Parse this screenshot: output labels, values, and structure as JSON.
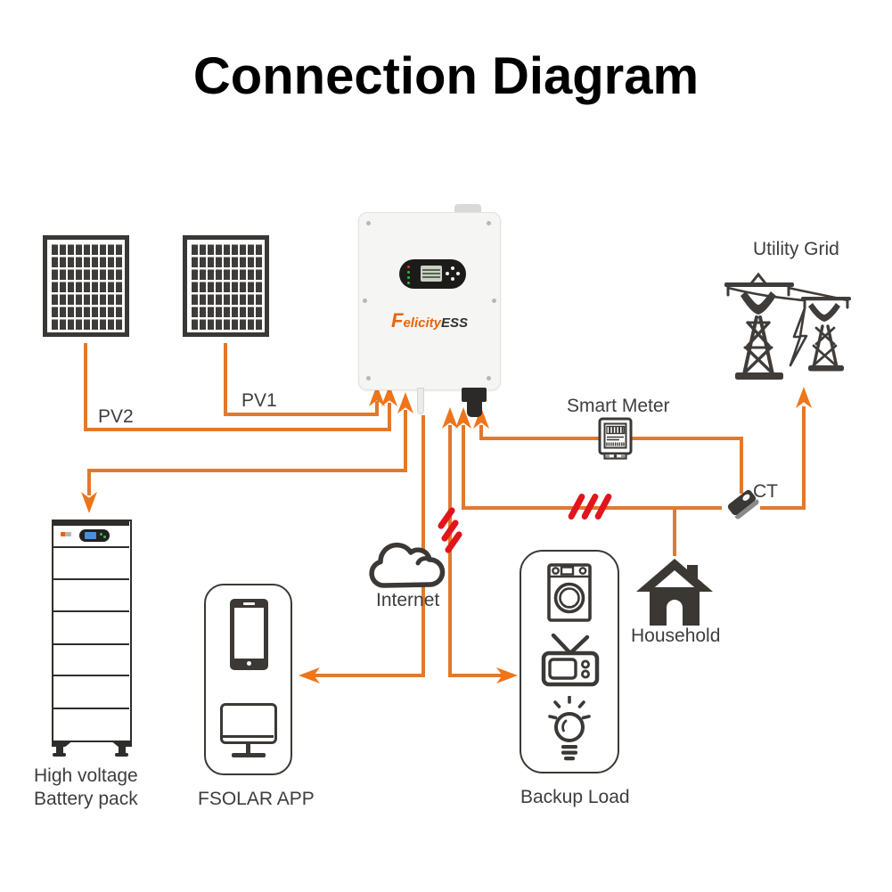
{
  "title": "Connection Diagram",
  "nodes": {
    "pv1": {
      "label": "PV1"
    },
    "pv2": {
      "label": "PV2"
    },
    "utility_grid": {
      "label": "Utility Grid"
    },
    "smart_meter": {
      "label": "Smart Meter"
    },
    "ct": {
      "label": "CT"
    },
    "internet": {
      "label": "Internet"
    },
    "household": {
      "label": "Household"
    },
    "battery": {
      "label_line1": "High voltage",
      "label_line2": "Battery pack"
    },
    "app": {
      "label": "FSOLAR APP"
    },
    "backup_load": {
      "label": "Backup Load"
    },
    "inverter": {
      "brand_initial": "F",
      "brand_body": "elicity",
      "brand_suffix": "ESS"
    }
  },
  "icons": [
    "solar-panel-icon",
    "inverter-icon",
    "utility-grid-towers-icon",
    "smart-meter-icon",
    "ct-clamp-icon",
    "internet-cloud-icon",
    "battery-cabinet-icon",
    "smartphone-icon",
    "monitor-icon",
    "washing-machine-icon",
    "tv-icon",
    "lightbulb-icon",
    "house-icon",
    "wireless-slashes-icon",
    "arrow-icon"
  ],
  "colors": {
    "wire": "#e1792e",
    "arrow": "#ee7519",
    "wireless": "#e1151b",
    "icon_dark": "#3b3835",
    "brand_orange": "#e8650f",
    "label_gray": "#3d3d3c",
    "title_black": "#000000"
  }
}
